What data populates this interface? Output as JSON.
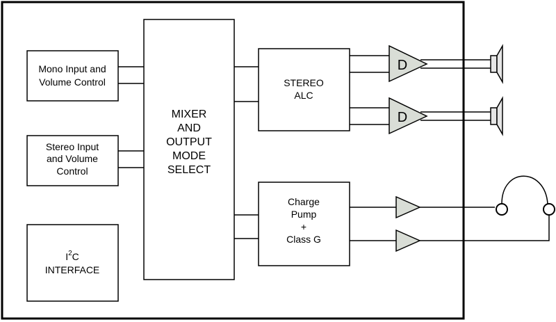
{
  "blocks": {
    "mono_input": [
      "Mono Input and",
      "Volume Control"
    ],
    "stereo_input": [
      "Stereo Input",
      "and Volume",
      "Control"
    ],
    "i2c": {
      "line1_base": "I",
      "line1_sup": "2",
      "line1_rest": "C",
      "line2": "INTERFACE"
    },
    "mixer": [
      "MIXER",
      "AND",
      "OUTPUT",
      "MODE",
      "SELECT"
    ],
    "stereo_alc": [
      "STEREO",
      "ALC"
    ],
    "charge_pump": [
      "Charge",
      "Pump",
      "+",
      "Class G"
    ]
  },
  "amplifiers": {
    "class_d_label": "D"
  },
  "colors": {
    "amp_fill": "#d9ddd6",
    "line": "#000000",
    "background": "#ffffff"
  }
}
